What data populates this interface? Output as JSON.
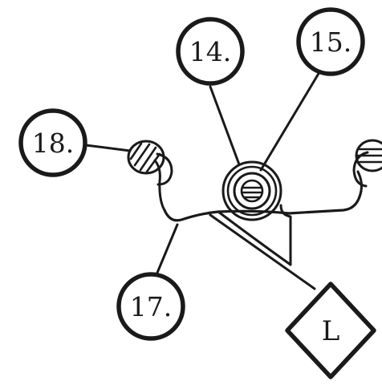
{
  "diagram": {
    "callouts": [
      {
        "id": "14",
        "label": "14."
      },
      {
        "id": "15",
        "label": "15."
      },
      {
        "id": "17",
        "label": "17."
      },
      {
        "id": "18",
        "label": "18."
      }
    ],
    "reference_marker": {
      "label": "L"
    },
    "colors": {
      "ink": "#1a1a1a",
      "background": "#ffffff"
    }
  }
}
